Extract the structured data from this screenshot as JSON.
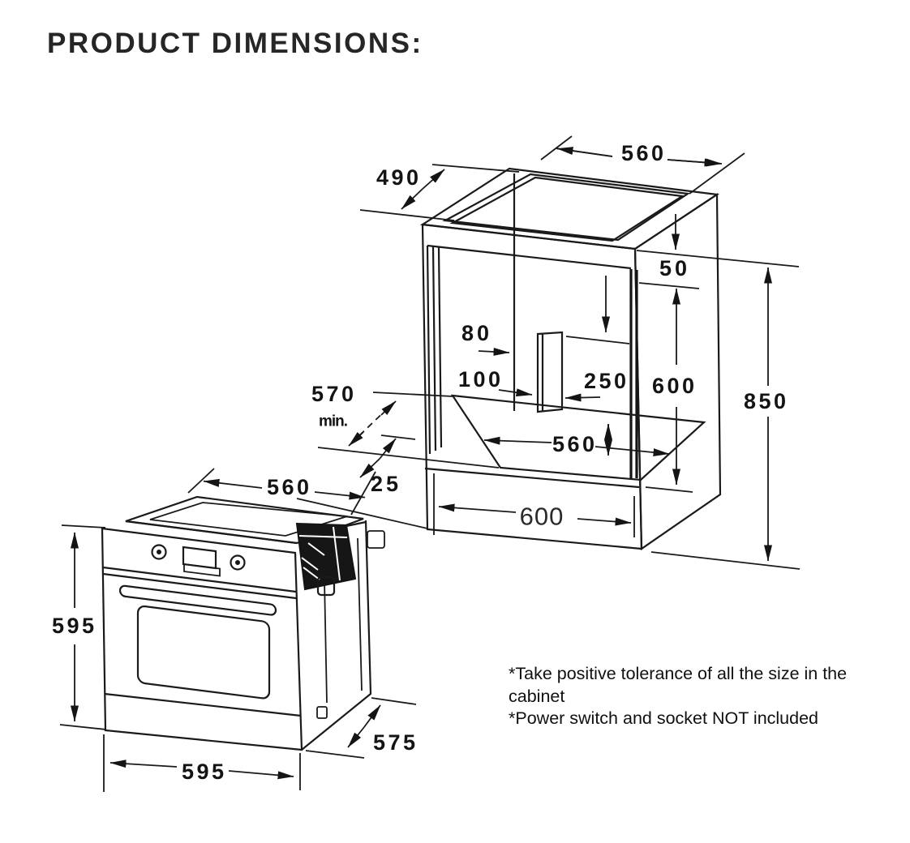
{
  "title": "PRODUCT DIMENSIONS:",
  "cabinet": {
    "top_opening_width": "560",
    "top_opening_depth": "490",
    "top_rail_height": "50",
    "cavity_height": "600",
    "overall_height": "850",
    "hole_width": "80",
    "hole_offset_a": "100",
    "hole_offset_b": "250",
    "cavity_width": "560",
    "front_width": "600"
  },
  "install": {
    "cavity_depth_min": "570",
    "cavity_depth_min_unit": "min.",
    "front_lip_gap": "25"
  },
  "oven": {
    "body_width_top": "560",
    "height": "595",
    "width": "595",
    "depth": "575"
  },
  "notes": [
    "*Take positive tolerance of all the size in the cabinet",
    "*Power switch and socket NOT included"
  ],
  "colors": {
    "ink": "#1a1a1a",
    "housing_fill": "#161616",
    "background": "#ffffff"
  }
}
